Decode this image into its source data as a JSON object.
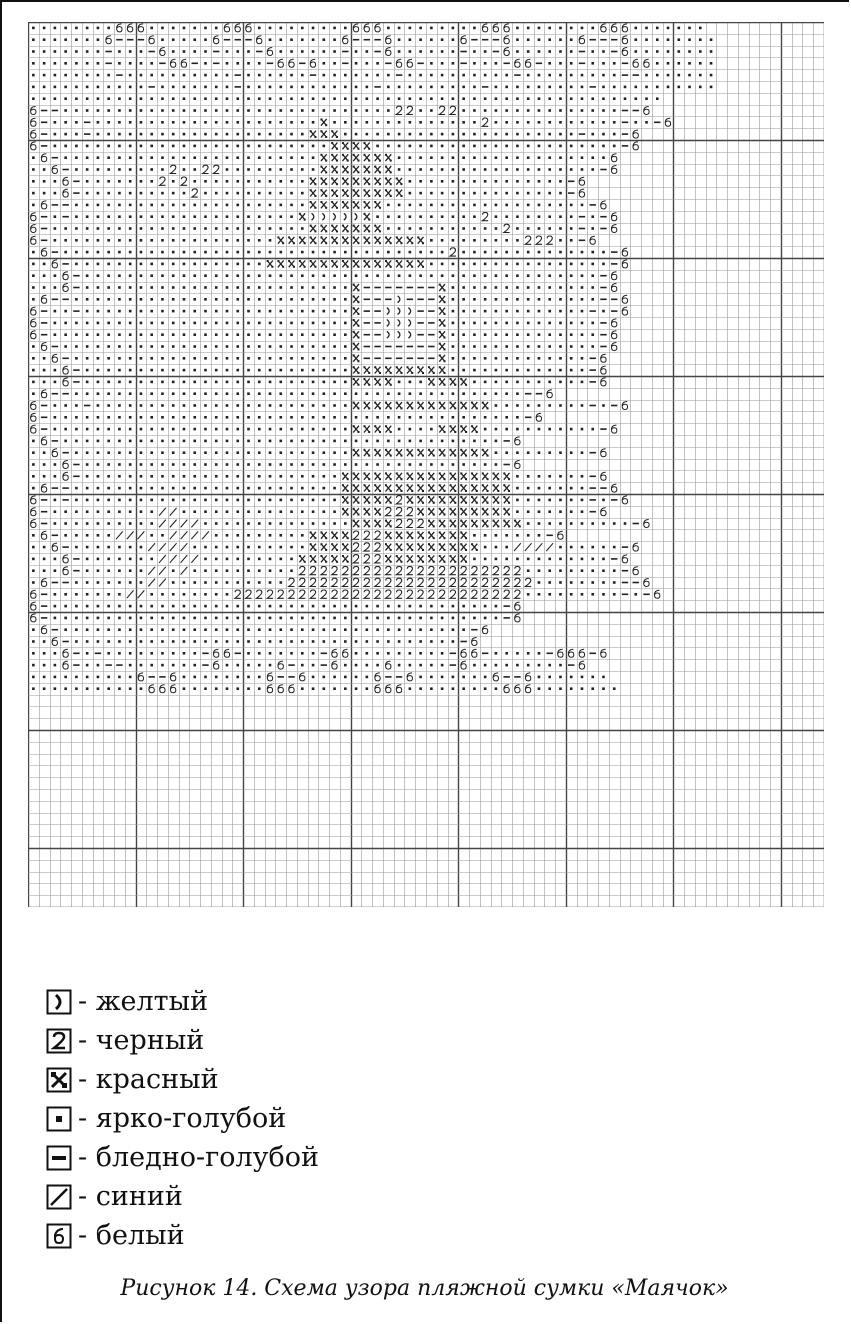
{
  "legend": [
    {
      "glyph": "moon",
      "label": "- желтый"
    },
    {
      "glyph": "two",
      "label": "- черный"
    },
    {
      "glyph": "cross",
      "label": "- красный"
    },
    {
      "glyph": "dot",
      "label": "- ярко-голубой"
    },
    {
      "glyph": "dash",
      "label": "- бледно-голубой"
    },
    {
      "glyph": "slash",
      "label": "- синий"
    },
    {
      "glyph": "six",
      "label": "- белый"
    }
  ],
  "caption": "Рисунок 14. Схема узора пляжной сумки «Маячок»",
  "chart_data": {
    "type": "heatmap",
    "grid": {
      "columns": 74,
      "rows": 75,
      "major_line_every": 10
    },
    "symbols": {
      ")": "желтый",
      "2": "черный",
      "x": "красный",
      ".": "ярко-голубой",
      "-": "бледно-голубой",
      "/": "синий",
      "6": "белый"
    },
    "pattern_rows": [
      "........666.......666.........666.........666........666.......",
      ".......6---6.....6---6.......6---6......6---6......6---6........",
      ".......-...-6....-...-6......-..-6......-..-6......-..-6........",
      ".......-....-66-.-....-66-6..-...-66-...-...-66-...-...-66......",
      "........-..........-......-.......-..........-.........--.......",
      "...........-.......-............-.........-.........-...........",
      "...........................................................",
      "6--...............................22..22...............--6",
      "6-...-.....................x..............2............-..-6",
      "6-...-....................xxx......................-...-6",
      "6-..........................xxxx.......................-6",
      ".6-........................xxxxxxx....................6",
      "..6-.........2..22.........xxxxxxx...................-6",
      "...6-.......2.2...........xxxxxxxxx...............-6",
      "...6-..........2..........xxxxxxxxx...............-6",
      ".6--......................xxxxxxx...................-6",
      "6-.-.....................x)))))x..........2........-.-6",
      "6-........................xxxxxxx...........2......-.-6",
      "6-.....................xxxxxxxxxxxxxx.........222..-6",
      ".6-....................................2..............-6",
      "..6-..................xxxxxxxxxxxxxxx.................-6",
      "...6-................................................-6",
      "...6-.........................x-------x..............-6",
      ".6--..........................x---)---x..............--6",
      "6-..-.........................x--)))--x.............-.-6",
      "6-............................x--)))--x..............-6",
      "6-............................x--)))--x..............-6",
      ".6-...........................x-------x..............-6",
      "..6-..........................x-------x.............-6",
      "...6-.........................xxxxxxxxx.............-6",
      "...6-.........................xxxx...xxxx...........-6",
      ".6--..........................................--6",
      "6-...-........................xxxxxxxxxxxxx.........-.-6",
      "6-............................................-6",
      "6-............................xxxx....xxxx...........-6",
      ".6-.........................................-6",
      "..6-..........................xxxxxxxxxxxxx.........-6",
      "...6-.......................................-6",
      "...6-........................xxxxxxxxxxxxxxxx.......-6",
      ".6--.........................xxxxxxxxxxxxxxxx.......--6",
      "6-.-.........................xxxxx2xxxxxxxxxx.......-.-6",
      "6-..........//...............xxxx222xxxxxxxxx.......-6",
      "6-..........////..............xxxx222xxxxxxxxx..........-6",
      ".6-.....///..////.........xxxx222xxxxxxxx.......-6",
      "..6-.......////...........xxxx222xxxxxxxxx...////......-6",
      "...6-.......////.........xxxxx222xxxxxxxx.............-6",
      "...6-......//./..........222222222222222222222.........-6",
      ".6--.......//...........22222222222222222222222........--6",
      "6-.......//........222222222222222222222222222.........-.-6",
      "6-..........................................-6",
      "6-..........................................-6",
      ".6-......................................-6",
      "..6-....................................-6",
      "...6-.-.........-66-.......-66.........-66-.....-666-6",
      "...6-..--.......-6.....6-..-6....6.....-6.........-6",
      "..........6--6........6--6......6--6.......6--6.......",
      "...........666........666.......666.........666........"
    ]
  }
}
